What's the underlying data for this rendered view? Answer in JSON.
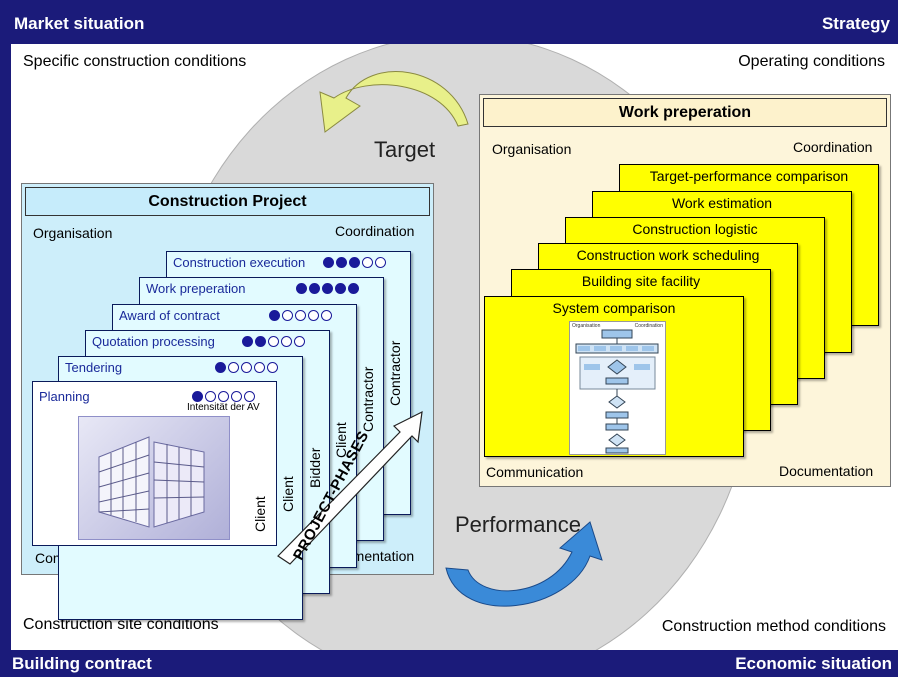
{
  "bands": {
    "market": "Market situation",
    "strategy": "Strategy",
    "building_contract": "Building contract",
    "economic": "Economic situation"
  },
  "context": {
    "specific": "Specific construction conditions",
    "operating": "Operating conditions",
    "site": "Construction site conditions",
    "method": "Construction method conditions"
  },
  "cycle": {
    "target": "Target",
    "performance": "Performance"
  },
  "construction_project": {
    "title": "Construction Project",
    "organisation": "Organisation",
    "coordination": "Coordination",
    "communication": "Communication",
    "documentation": "Documentation",
    "phases": [
      {
        "label": "Construction execution",
        "filled": 3,
        "total": 5
      },
      {
        "label": "Work preperation",
        "filled": 5,
        "total": 5
      },
      {
        "label": "Award of contract",
        "filled": 1,
        "total": 5
      },
      {
        "label": "Quotation processing",
        "filled": 2,
        "total": 5
      },
      {
        "label": "Tendering",
        "filled": 1,
        "total": 5
      },
      {
        "label": "Planning",
        "filled": 1,
        "total": 5
      }
    ],
    "intensity_label": "Intensität der AV",
    "roles": [
      "Client",
      "Client",
      "Bidder",
      "Client",
      "Contractor",
      "Contractor"
    ],
    "project_phases": "PROJECT-PHASES"
  },
  "work_preparation": {
    "title": "Work preperation",
    "organisation": "Organisation",
    "coordination": "Coordination",
    "communication": "Communication",
    "documentation": "Documentation",
    "cards": [
      "Target-performance comparison",
      "Work estimation",
      "Construction logistic",
      "Construction work scheduling",
      "Building site facility",
      "System comparison"
    ],
    "mini_doc": {
      "left": "Organisation",
      "right": "Coordination"
    }
  },
  "colors": {
    "frame": "#1b1b7a",
    "card_cyan": "#e2fbff",
    "panel_blue": "#cdeefa",
    "panel_beige": "#fdf5da",
    "card_yellow": "#ffff00",
    "arrow_yellow": "#e8f08a",
    "arrow_blue": "#3a8ad8"
  }
}
